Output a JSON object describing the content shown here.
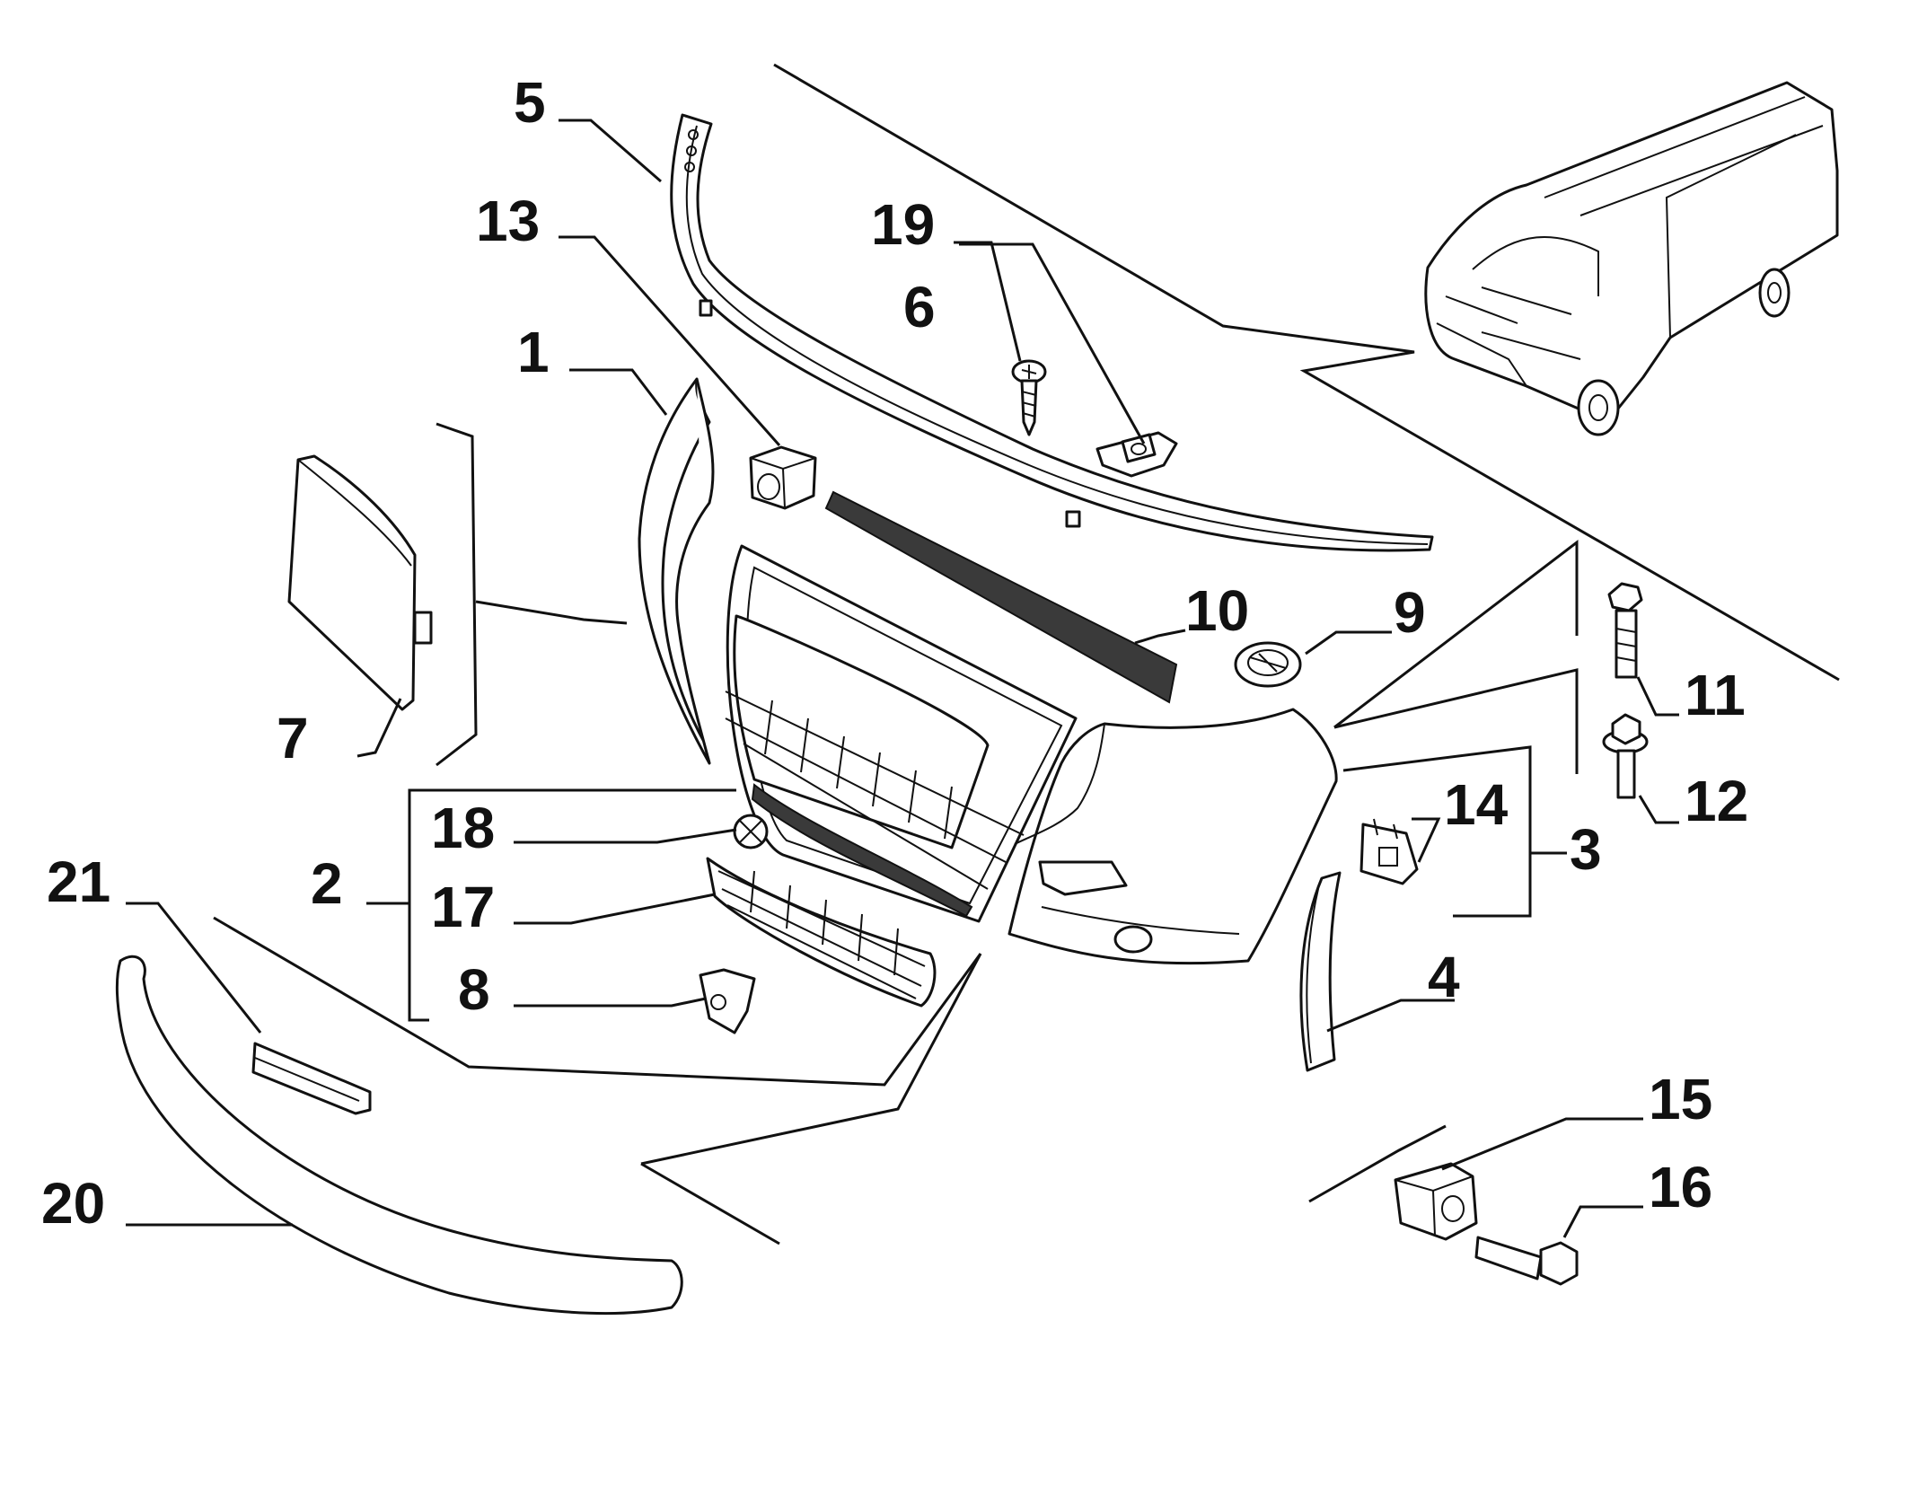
{
  "diagram": {
    "type": "exploded-parts-view",
    "parts": [
      {
        "id": "1",
        "label": "1",
        "name": "headlight-surround-trim"
      },
      {
        "id": "2",
        "label": "2",
        "name": "front-grille-group"
      },
      {
        "id": "3",
        "label": "3",
        "name": "bumper-side-group"
      },
      {
        "id": "4",
        "label": "4",
        "name": "wheel-arch-trim"
      },
      {
        "id": "5",
        "label": "5",
        "name": "upper-support-strip"
      },
      {
        "id": "6",
        "label": "6",
        "name": "screw"
      },
      {
        "id": "7",
        "label": "7",
        "name": "tow-hook-cover"
      },
      {
        "id": "8",
        "label": "8",
        "name": "clip-bracket"
      },
      {
        "id": "9",
        "label": "9",
        "name": "round-plug"
      },
      {
        "id": "10",
        "label": "10",
        "name": "mesh-insert"
      },
      {
        "id": "11",
        "label": "11",
        "name": "bolt"
      },
      {
        "id": "12",
        "label": "12",
        "name": "flange-bolt"
      },
      {
        "id": "13",
        "label": "13",
        "name": "grommet-clip"
      },
      {
        "id": "14",
        "label": "14",
        "name": "spring-clip"
      },
      {
        "id": "15",
        "label": "15",
        "name": "spacer-block"
      },
      {
        "id": "16",
        "label": "16",
        "name": "hex-bolt"
      },
      {
        "id": "17",
        "label": "17",
        "name": "lower-grille"
      },
      {
        "id": "18",
        "label": "18",
        "name": "emblem"
      },
      {
        "id": "19",
        "label": "19",
        "name": "speed-nut"
      },
      {
        "id": "20",
        "label": "20",
        "name": "lower-spoiler"
      },
      {
        "id": "21",
        "label": "21",
        "name": "spoiler-bracket"
      }
    ]
  }
}
